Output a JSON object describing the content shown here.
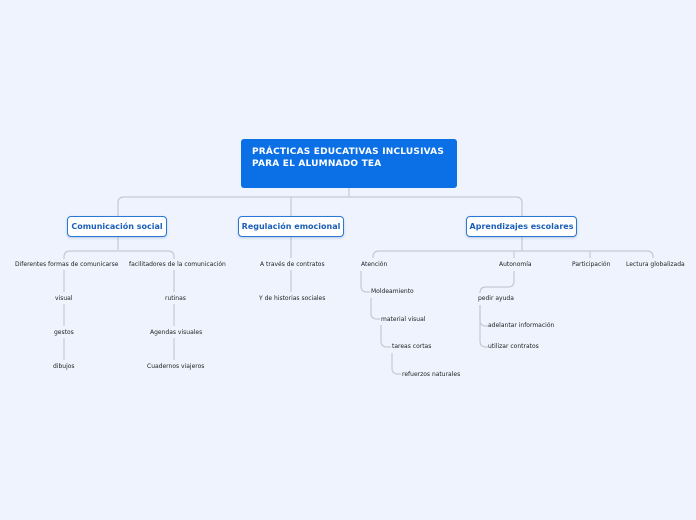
{
  "colors": {
    "background": "#eef3fd",
    "root_fill": "#0b6fe6",
    "main_border": "#2a78d6",
    "connector": "#c3cad6"
  },
  "root": {
    "title": "PRÁCTICAS EDUCATIVAS INCLUSIVAS PARA EL ALUMNADO TEA"
  },
  "branches": {
    "comunicacion": {
      "label": "Comunicación social",
      "formas": "Diferentes formas de comunicarse",
      "visual": "visual",
      "gestos": "gestos",
      "dibujos": "dibujos",
      "facilitadores": "facilitadores de la comunicación",
      "rutinas": "rutinas",
      "agendas": "Agendas visuales",
      "cuadernos": "Cuadernos viajeros"
    },
    "regulacion": {
      "label": "Regulación emocional",
      "contratos": "A través de contratos",
      "historias": "Y de historias sociales"
    },
    "aprendizajes": {
      "label": "Aprendizajes escolares",
      "atencion": "Atención",
      "moldeamiento": "Moldeamiento",
      "material": "material visual",
      "tareas": "tareas cortas",
      "refuerzos": "refuerzos naturales",
      "autonomia": "Autonomía",
      "pedir": "pedir ayuda",
      "adelantar": "adelantar información",
      "utilizar": "utilizar contratos",
      "participacion": "Participación",
      "lectura": "Lectura globalizada"
    }
  }
}
